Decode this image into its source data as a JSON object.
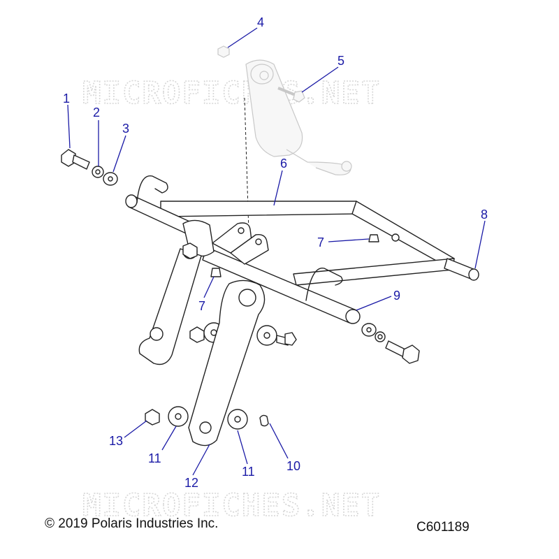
{
  "watermark": "MICROFICHES.NET",
  "copyright": "© 2019 Polaris Industries Inc.",
  "diagram_code": "C601189",
  "colors": {
    "callout": "#1a1aa6",
    "line": "#222222",
    "watermark": "#d6d6d6"
  },
  "callouts": [
    {
      "id": "c1",
      "label": "1"
    },
    {
      "id": "c2",
      "label": "2"
    },
    {
      "id": "c3",
      "label": "3"
    },
    {
      "id": "c4",
      "label": "4"
    },
    {
      "id": "c5",
      "label": "5"
    },
    {
      "id": "c6",
      "label": "6"
    },
    {
      "id": "c7a",
      "label": "7"
    },
    {
      "id": "c7b",
      "label": "7"
    },
    {
      "id": "c8",
      "label": "8"
    },
    {
      "id": "c9",
      "label": "9"
    },
    {
      "id": "c10",
      "label": "10"
    },
    {
      "id": "c11a",
      "label": "11"
    },
    {
      "id": "c11b",
      "label": "11"
    },
    {
      "id": "c12",
      "label": "12"
    },
    {
      "id": "c13",
      "label": "13"
    }
  ]
}
